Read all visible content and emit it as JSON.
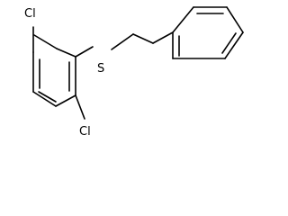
{
  "molecule": {
    "atoms": {
      "cl_top": "Cl",
      "cl_bottom": "Cl",
      "sulfur": "S"
    },
    "colors": {
      "bond": "#000000",
      "label": "#000000",
      "background": "#ffffff"
    }
  }
}
